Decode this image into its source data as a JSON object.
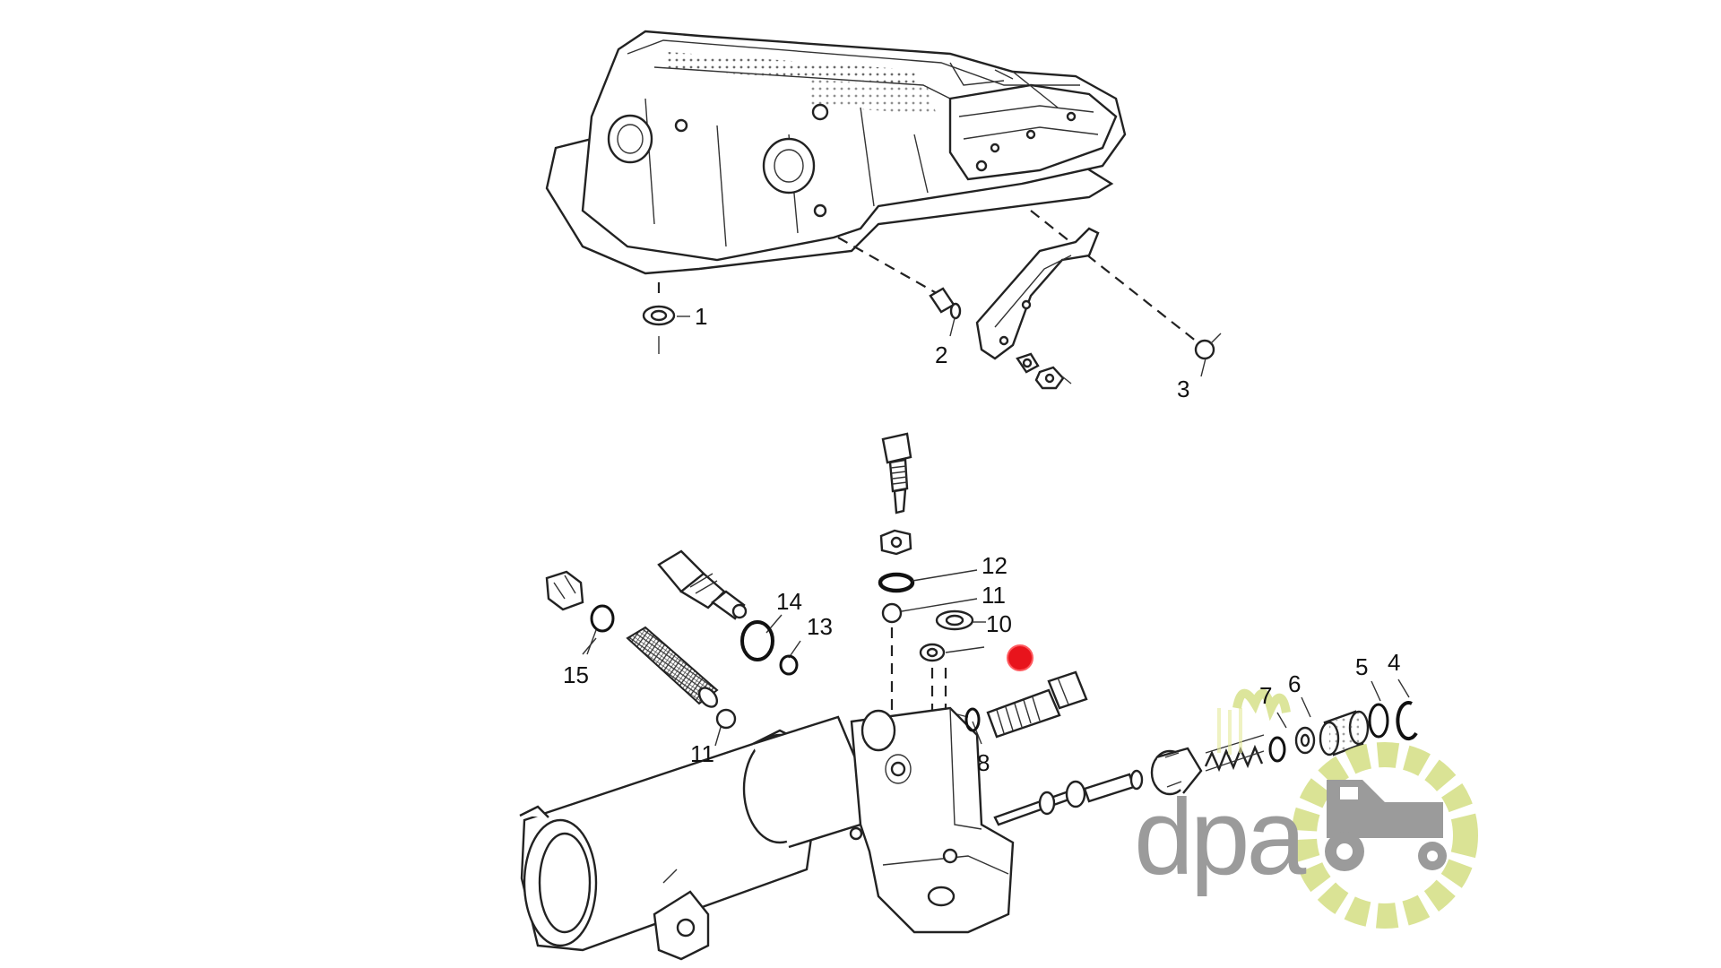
{
  "callouts": {
    "c1": "1",
    "c2": "2",
    "c3": "3",
    "c4": "4",
    "c5": "5",
    "c6": "6",
    "c7": "7",
    "c8": "8",
    "c10": "10",
    "c11a": "11",
    "c11b": "11",
    "c12": "12",
    "c13": "13",
    "c14": "14",
    "c15": "15"
  },
  "highlight_marker": {
    "color": "#e8141c",
    "meaning": "highlighted part"
  },
  "logo": {
    "text": "dpa",
    "text_color": "#9b9b9b",
    "ring_color": "#d6e08a"
  }
}
